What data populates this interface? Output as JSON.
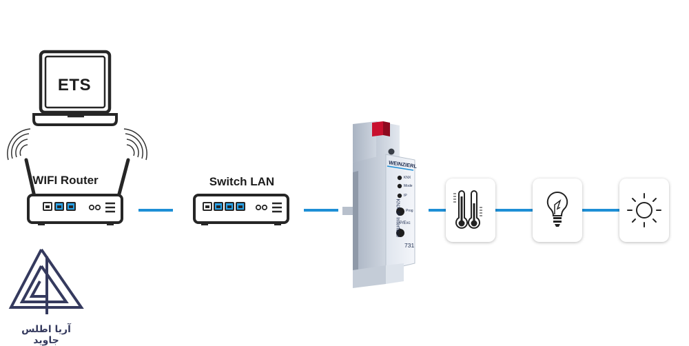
{
  "laptop": {
    "label": "ETS"
  },
  "router": {
    "label": "WIFI Router"
  },
  "switch": {
    "label": "Switch LAN"
  },
  "device": {
    "brand": "WEINZIERL",
    "model": "KNX IP Interface",
    "number": "731",
    "led_knx": "KNX",
    "led_mode": "Mode",
    "led_ip": "IP",
    "btn_prog": "Prog",
    "btn_progmode": "P/Exc"
  },
  "tiles": [
    {
      "icon": "thermometer-icon"
    },
    {
      "icon": "light-bulb-icon"
    },
    {
      "icon": "sun-icon"
    }
  ],
  "logo": {
    "text": "آریا اطلس جاوید"
  },
  "colors": {
    "link": "#1e8fd6",
    "port": "#2aa3e8",
    "outline": "#262626",
    "logo": "#353a5e"
  }
}
